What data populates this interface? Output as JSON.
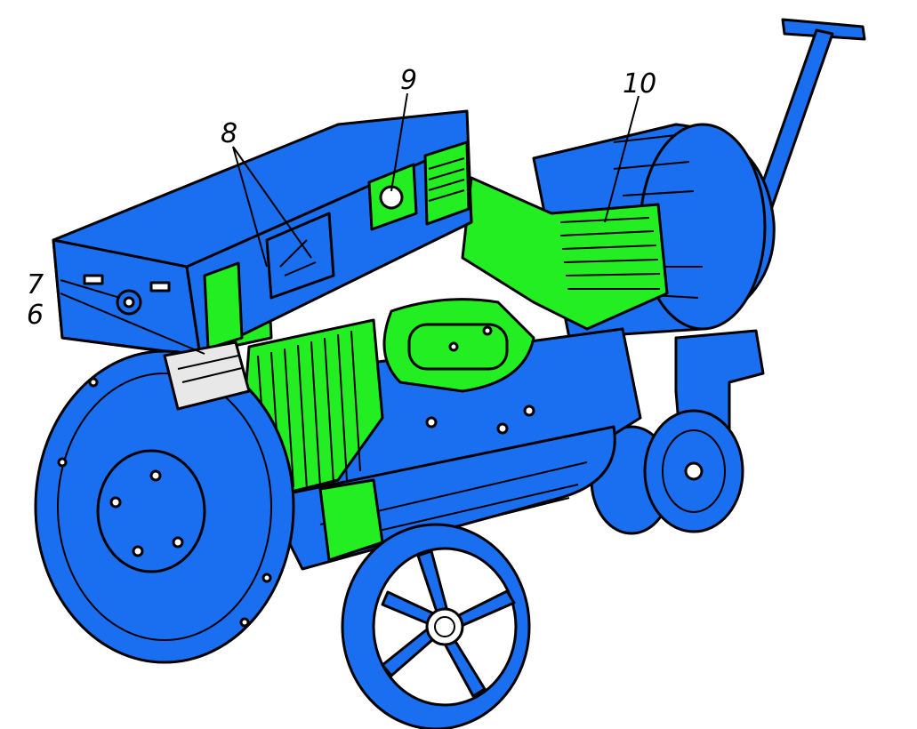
{
  "colors": {
    "body": "#1a6ef0",
    "internal": "#22ee22",
    "outline": "#000000",
    "background": "#ffffff",
    "metal": "#e8e8e8"
  },
  "labels": {
    "l6": "6",
    "l7": "7",
    "l8": "8",
    "l9": "9",
    "l10": "10"
  }
}
